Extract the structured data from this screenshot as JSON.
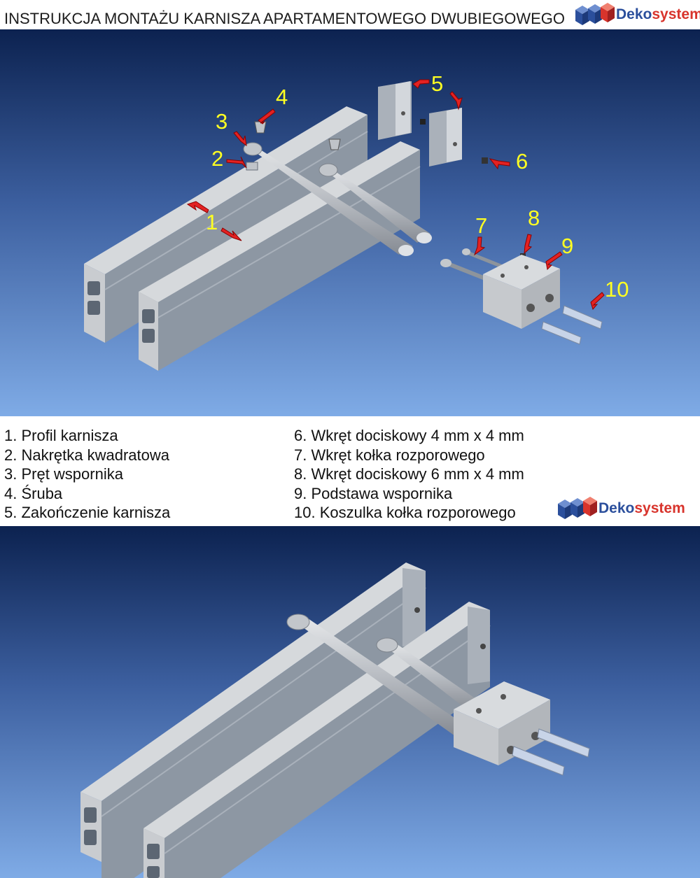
{
  "title": "INSTRUKCJA MONTAŻU KARNISZA  APARTAMENTOWEGO DWUBIEGOWEGO",
  "logo": {
    "text_part1": "Deko",
    "text_part2": "system",
    "colors": {
      "blue": "#2b4f9c",
      "red": "#d8342c"
    }
  },
  "callouts": [
    "1",
    "2",
    "3",
    "4",
    "5",
    "6",
    "7",
    "8",
    "9",
    "10"
  ],
  "legend": {
    "left": [
      "1. Profil karnisza",
      "2. Nakrętka kwadratowa",
      "3. Pręt wspornika",
      "4. Śruba",
      "5. Zakończenie karnisza"
    ],
    "right": [
      "6. Wkręt dociskowy 4 mm x 4 mm",
      "7. Wkręt kołka rozporowego",
      "8. Wkręt dociskowy 6 mm x 4 mm",
      "9. Podstawa wspornika",
      "10. Koszulka kołka rozporowego"
    ]
  },
  "colors": {
    "panel_top": "#0c2250",
    "panel_bottom": "#7fabe6",
    "callout": "#ffff22",
    "arrow": "#e32222"
  }
}
